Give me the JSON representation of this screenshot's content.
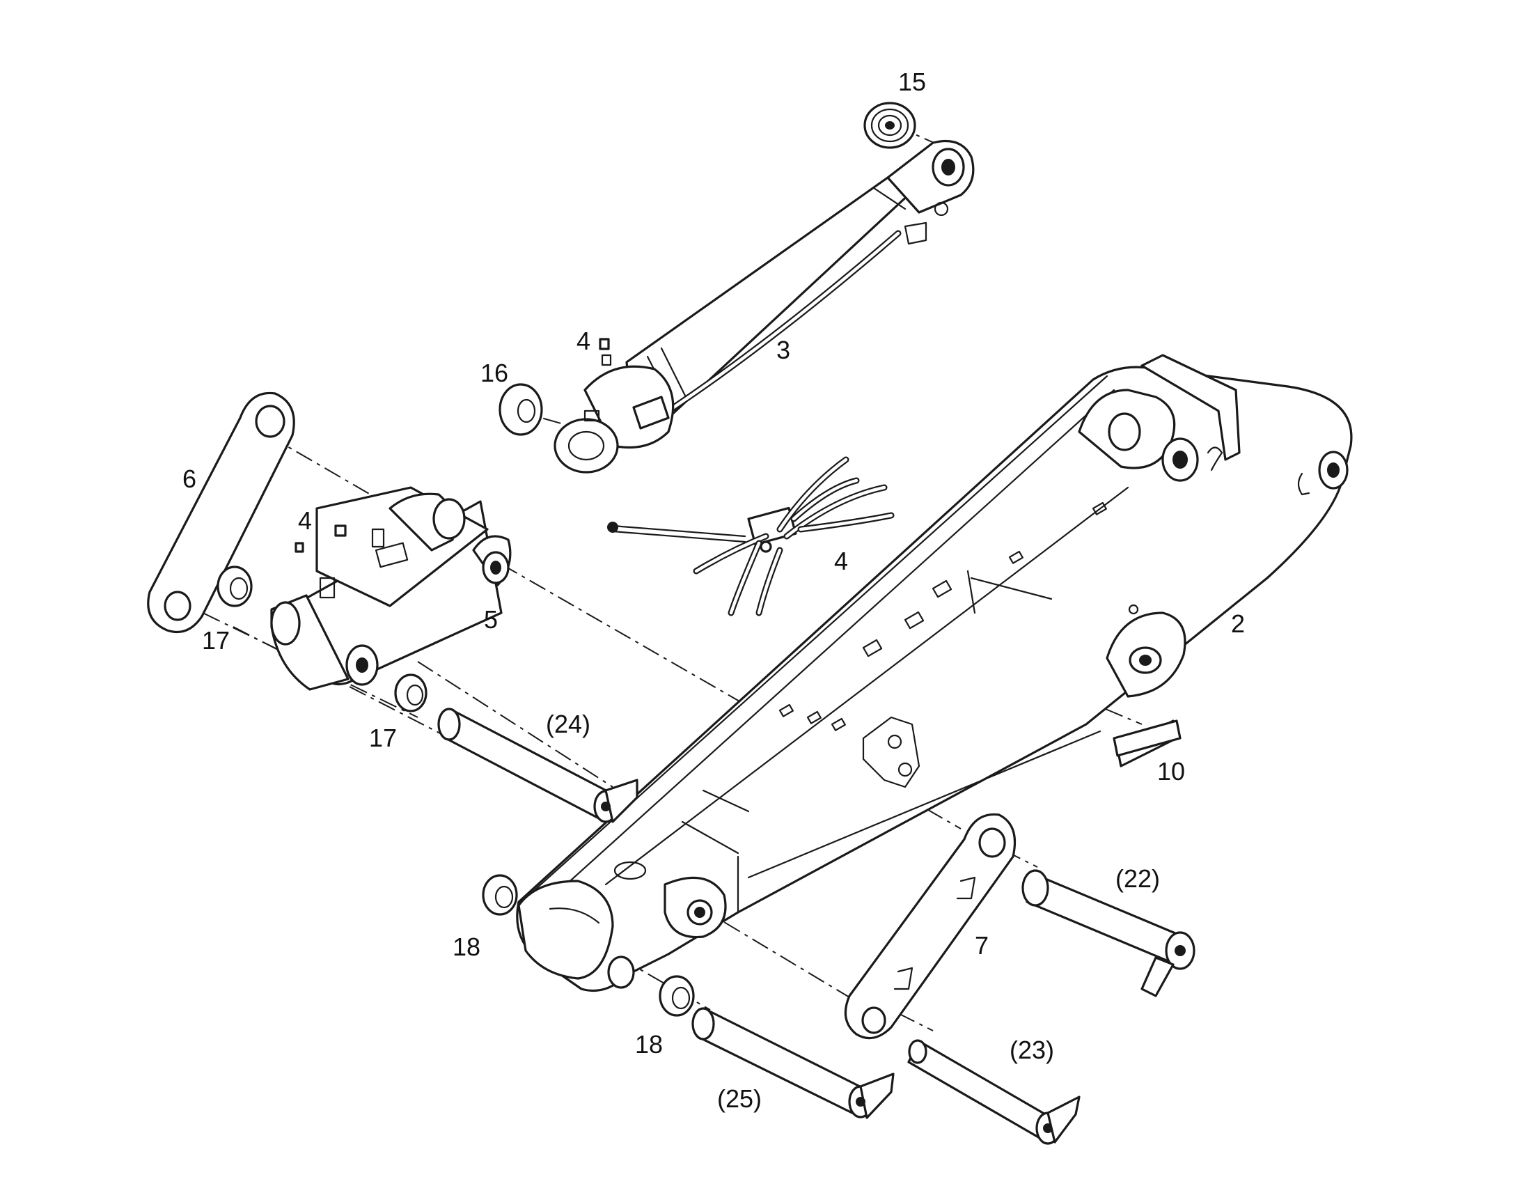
{
  "callouts": {
    "c15": "15",
    "c3": "3",
    "c4a": "4",
    "c16": "16",
    "c6": "6",
    "c4b": "4",
    "c5": "5",
    "c4c": "4",
    "c17a": "17",
    "c17b": "17",
    "c24": "(24)",
    "c2": "2",
    "c10": "10",
    "c22": "(22)",
    "c7": "7",
    "c18a": "18",
    "c18b": "18",
    "c23": "(23)",
    "c25": "(25)"
  },
  "colors": {
    "line": "#1a1a1a",
    "background": "#ffffff"
  }
}
